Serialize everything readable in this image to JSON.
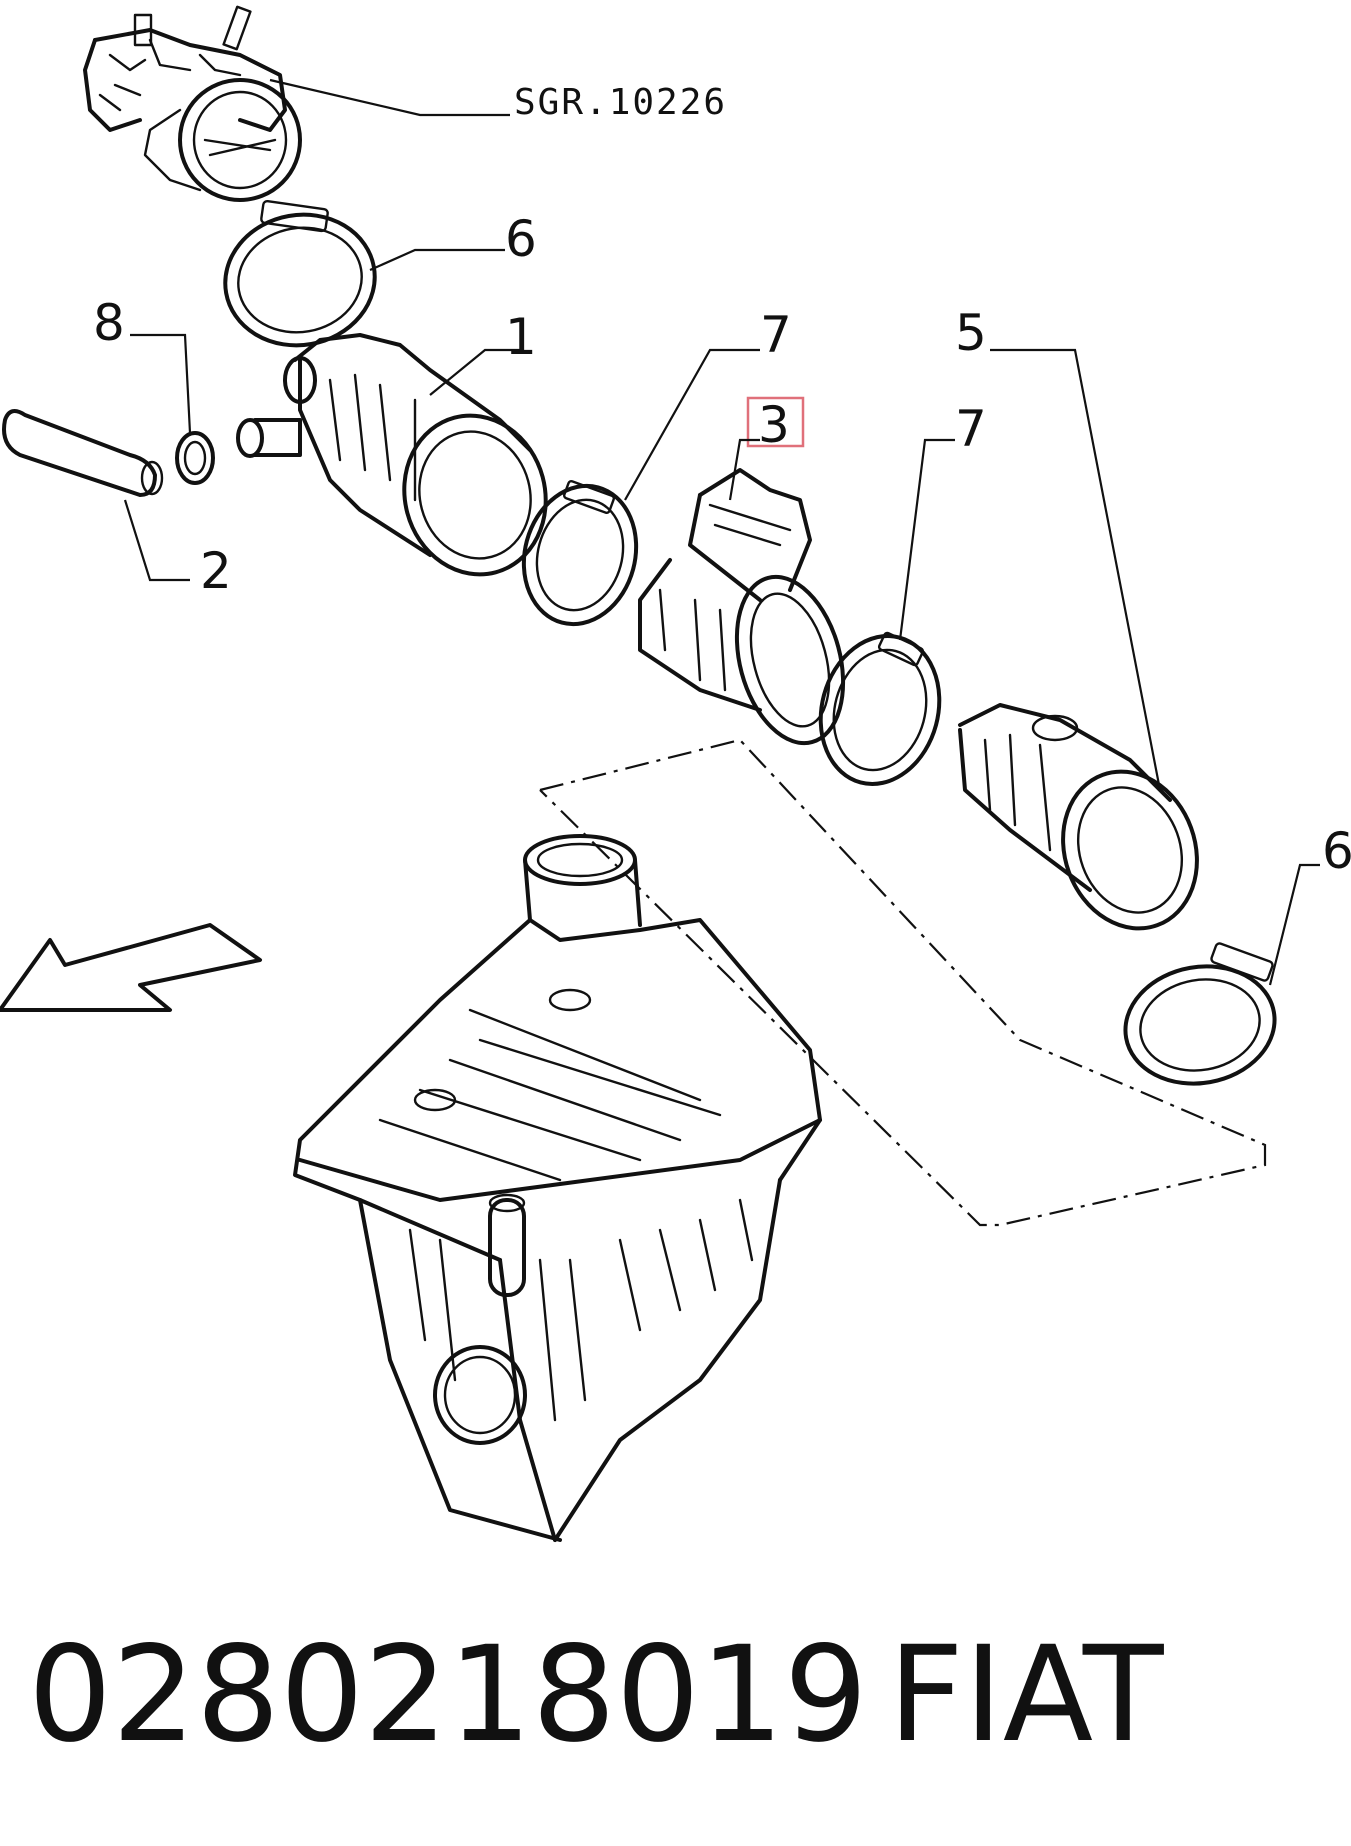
{
  "diagram": {
    "reference_label": "SGR.10226",
    "callouts": {
      "part_1": "1",
      "part_2": "2",
      "part_3": "3",
      "part_5": "5",
      "part_6_top": "6",
      "part_6_right": "6",
      "part_7_left": "7",
      "part_7_right": "7",
      "part_8": "8"
    },
    "highlight_color": "#e0707a"
  },
  "caption": {
    "part_number": "0280218019",
    "brand": "FIAT"
  }
}
